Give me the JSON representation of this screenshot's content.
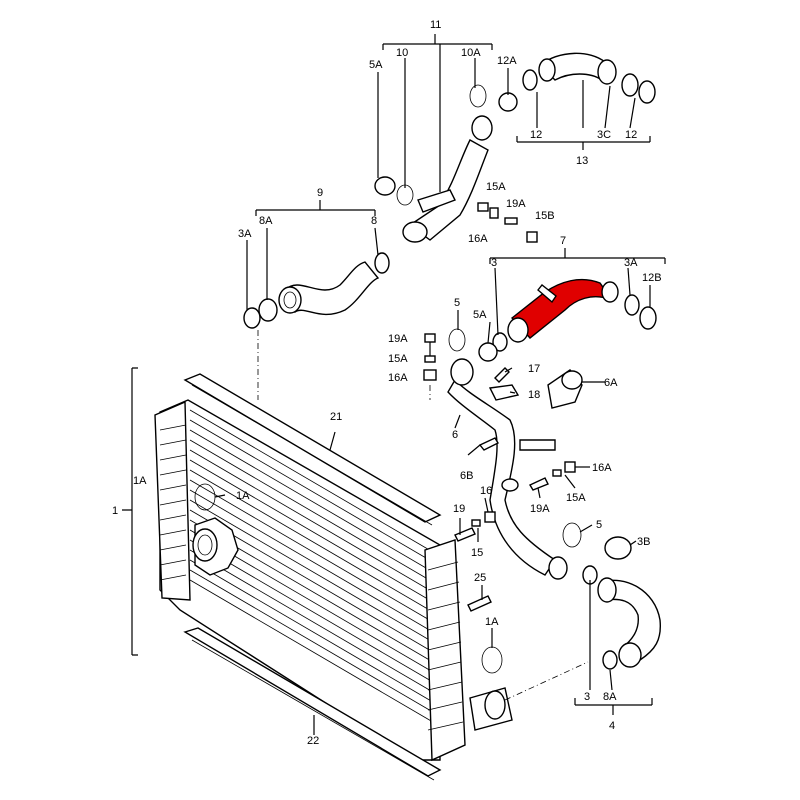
{
  "highlight_color": "#e00000",
  "labels": {
    "p11": "11",
    "p10": "10",
    "p10A": "10A",
    "p12A": "12A",
    "p5A_top": "5A",
    "p12_a": "12",
    "p12_b": "12",
    "p3C": "3C",
    "p13": "13",
    "p9": "9",
    "p8A_top": "8A",
    "p8_top": "8",
    "p3A_left": "3A",
    "p15A_top": "15A",
    "p19A_top": "19A",
    "p16A_top": "16A",
    "p15B": "15B",
    "p7": "7",
    "p3_top": "3",
    "p3A_right": "3A",
    "p12B": "12B",
    "p5_mid": "5",
    "p5A_mid": "5A",
    "p19A_left": "19A",
    "p15A_left": "15A",
    "p16A_left": "16A",
    "p17": "17",
    "p18": "18",
    "p6A": "6A",
    "p6": "6",
    "p6B": "6B",
    "p16A_right": "16A",
    "p15A_right": "15A",
    "p16": "16",
    "p19A_bot": "19A",
    "p19": "19",
    "p15": "15",
    "p5_bot": "5",
    "p3B": "3B",
    "p25": "25",
    "p21": "21",
    "p1": "1",
    "p1A_left": "1A",
    "p1A_mid": "1A",
    "p1A_bot": "1A",
    "p22": "22",
    "p3_bot": "3",
    "p8A_bot": "8A",
    "p4": "4"
  }
}
